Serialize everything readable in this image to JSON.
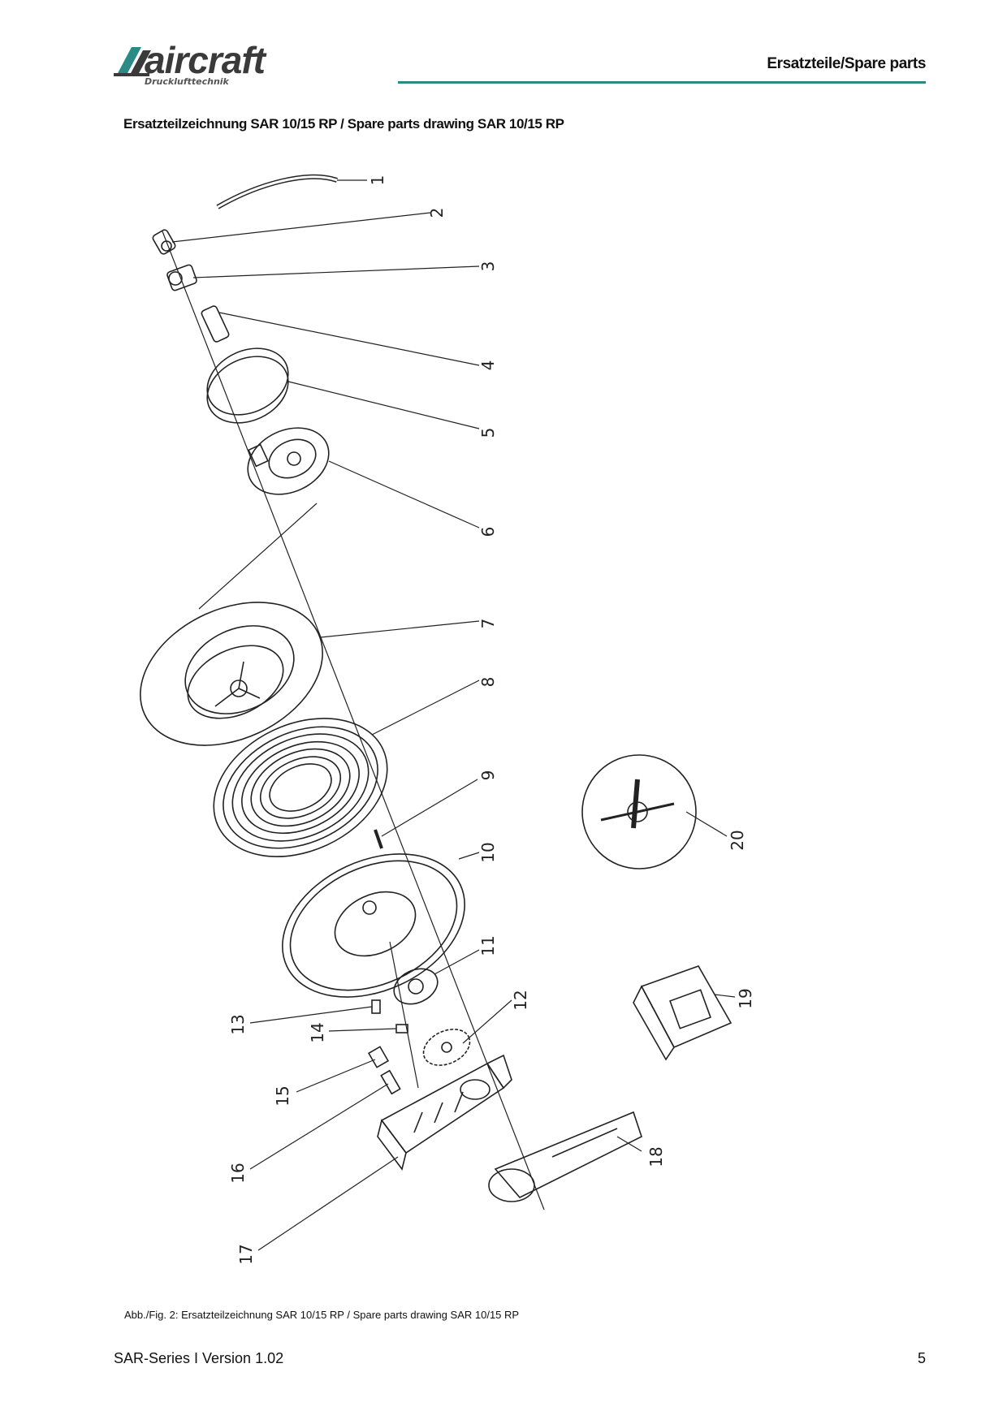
{
  "header": {
    "logo_text": "aircraft",
    "logo_subtitle": "Drucklufttechnik",
    "section_title": "Ersatzteile/Spare parts",
    "accent_color": "#2a8a85"
  },
  "drawing": {
    "title": "Ersatzteilzeichnung  SAR 10/15 RP / Spare parts drawing SAR 10/15 RP",
    "part_labels": [
      "1",
      "2",
      "3",
      "4",
      "5",
      "6",
      "7",
      "8",
      "9",
      "10",
      "11",
      "12",
      "13",
      "14",
      "15",
      "16",
      "17",
      "18",
      "19",
      "20"
    ]
  },
  "caption": "Abb./Fig. 2: Ersatzteilzeichnung SAR 10/15 RP / Spare parts drawing SAR 10/15 RP",
  "footer": {
    "left": "SAR-Series I Version 1.02",
    "page_number": "5"
  }
}
